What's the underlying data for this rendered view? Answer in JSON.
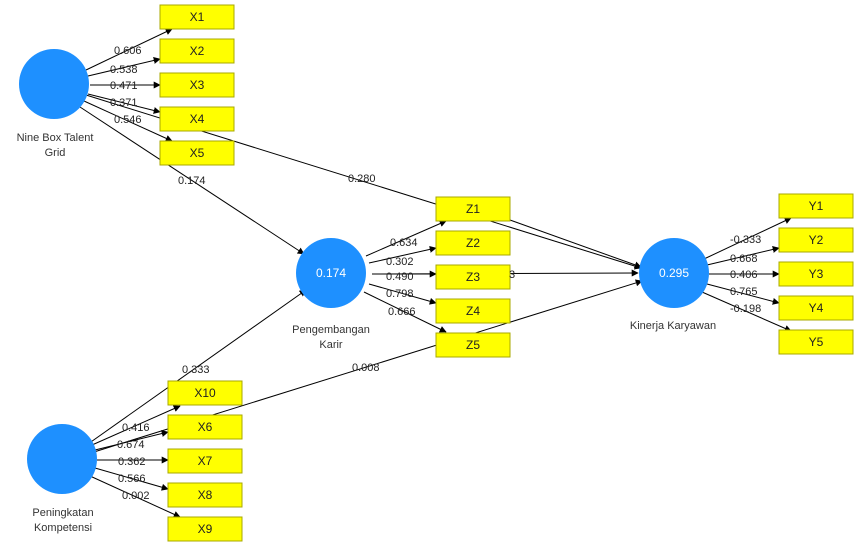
{
  "colors": {
    "construct": "#1e90ff",
    "indicator_fill": "#ffff00",
    "indicator_border": "#a8a800",
    "arrow": "#000000"
  },
  "constructs": {
    "nine_box": {
      "name_line1": "Nine Box Talent",
      "name_line2": "Grid",
      "value": ""
    },
    "pengembangan": {
      "name_line1": "Pengembangan",
      "name_line2": "Karir",
      "value": "0.174"
    },
    "peningkatan": {
      "name_line1": "Peningkatan",
      "name_line2": "Kompetensi",
      "value": ""
    },
    "kinerja": {
      "name_line1": "Kinerja Karyawan",
      "name_line2": "",
      "value": "0.295"
    }
  },
  "indicators": {
    "x1": "X1",
    "x2": "X2",
    "x3": "X3",
    "x4": "X4",
    "x5": "X5",
    "x6": "X6",
    "x7": "X7",
    "x8": "X8",
    "x9": "X9",
    "x10": "X10",
    "z1": "Z1",
    "z2": "Z2",
    "z3": "Z3",
    "z4": "Z4",
    "z5": "Z5",
    "y1": "Y1",
    "y2": "Y2",
    "y3": "Y3",
    "y4": "Y4",
    "y5": "Y5"
  },
  "outer_loadings": {
    "x1": "0.606",
    "x2": "0.538",
    "x3": "0.471",
    "x4": "0.371",
    "x5": "0.546",
    "x10": "0.333",
    "x6": "0.416",
    "x7": "0.674",
    "x8": "0.362",
    "x9": "0.566",
    "x9b": "0.002",
    "z1": "0.634",
    "z2": "0.302",
    "z3": "0.490",
    "z4": "0.798",
    "z5": "0.666",
    "y1": "-0.333",
    "y2": "0.668",
    "y3": "0.406",
    "y4": "0.765",
    "y5": "-0.198"
  },
  "path_coefficients": {
    "nine_to_karir": "0.174",
    "nine_to_kinerja": "0.280",
    "kompetensi_to_kinerja": "0.008",
    "karir_to_kinerja_partial": "3"
  }
}
